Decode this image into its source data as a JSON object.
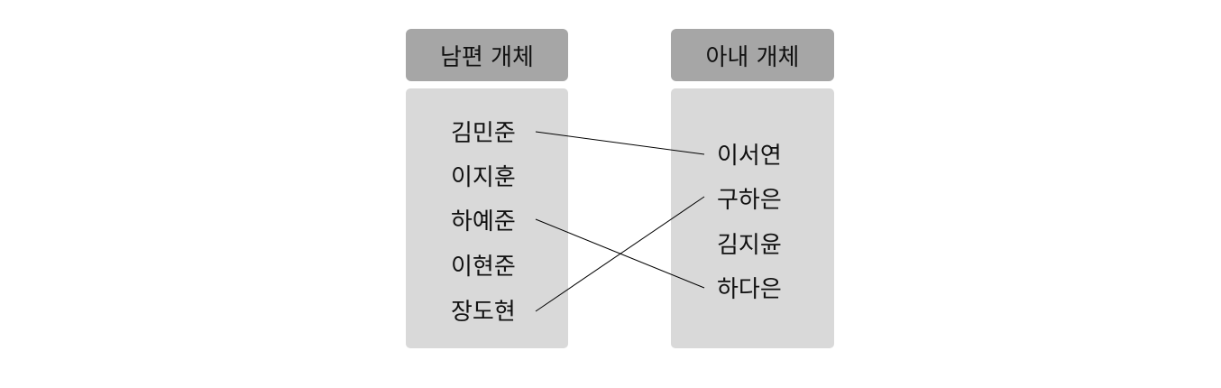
{
  "husband_entity": {
    "title": "남편 개체",
    "items": [
      "김민준",
      "이지훈",
      "하예준",
      "이현준",
      "장도현"
    ]
  },
  "wife_entity": {
    "title": "아내 개체",
    "items": [
      "이서연",
      "구하은",
      "김지윤",
      "하다은"
    ]
  },
  "relationships": [
    {
      "husband": "김민준",
      "wife": "이서연"
    },
    {
      "husband": "하예준",
      "wife": "하다은"
    },
    {
      "husband": "장도현",
      "wife": "구하은"
    }
  ],
  "colors": {
    "header": "#a6a6a6",
    "panel": "#d9d9d9",
    "line": "#000000"
  }
}
